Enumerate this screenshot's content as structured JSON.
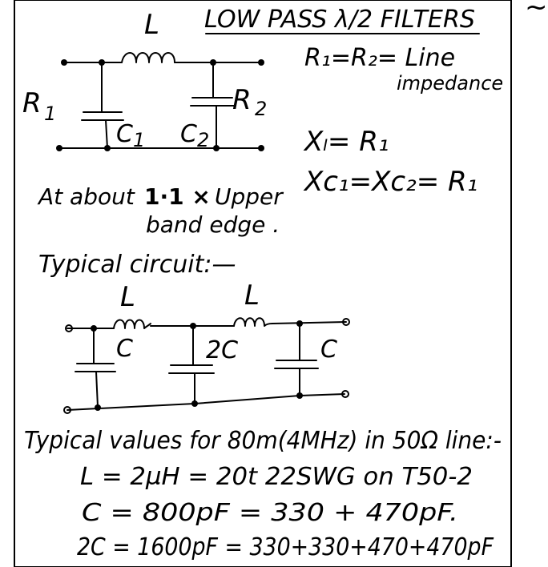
{
  "top": {
    "inductor_label": "L",
    "title": "LOW PASS λ/2 FILTERS",
    "r1_label": "R",
    "r1_sub": "1",
    "r2_label": "R",
    "r2_sub": "2",
    "c1_label": "C",
    "c1_sub": "1",
    "c2_label": "C",
    "c2_sub": "2",
    "note_line1": "R₁=R₂= Line",
    "note_line2": "impedance",
    "eq1": "Xₗ= R₁",
    "eq2": "Xᴄ₁=Xᴄ₂= R₁",
    "above_prefix": "At about",
    "above_multiplier": "1·1 ×",
    "above_suffix": "Upper",
    "above_line2": "band edge ."
  },
  "middle": {
    "typical_circuit_label": "Typical circuit:—",
    "l_left": "L",
    "l_right": "L",
    "c_left": "C",
    "c_mid": "2C",
    "c_right": "C"
  },
  "bottom": {
    "typical_values_label": "Typical values for 80m(4MHz) in 50Ω line:-",
    "line1": "L = 2µH  = 20t 22SWG on T50-2",
    "line2": "C  = 800pF  =  330 + 470pF.",
    "line3": "2C  = 1600pF =  330+330+470+470pF"
  },
  "corner_mark": "~"
}
